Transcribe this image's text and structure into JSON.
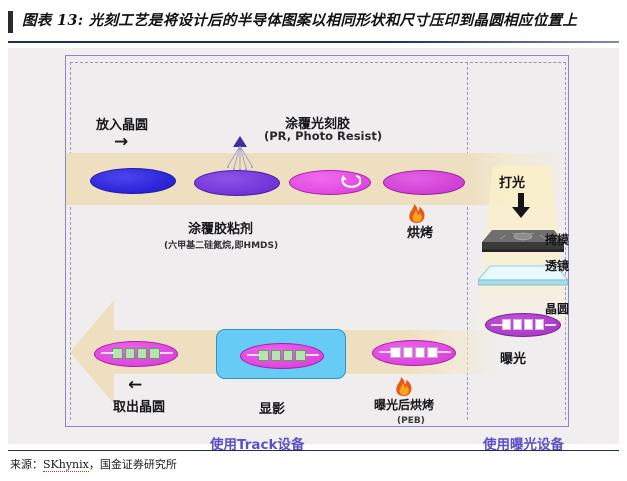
{
  "figure": {
    "number_label": "图表 13:",
    "title": "图表 13: 光刻工艺是将设计后的半导体图案以相同形状和尺寸压印到晶圆相应位置上",
    "source": "来源：SKhynix，国金证券研究所",
    "source_prefix": "来源：",
    "source_org1": "SKhynix",
    "source_org2": "，国金证券研究所"
  },
  "zones": {
    "track": {
      "label": "使用Track设备",
      "color": "#5b4fc9"
    },
    "exposure": {
      "label": "使用曝光设备",
      "color": "#5b4fc9"
    }
  },
  "track_steps": [
    {
      "id": "load-wafer",
      "label": "放入晶圆",
      "sublabel": "",
      "arrow": "→",
      "wafer_color": "#2a22d6",
      "icon": "right-arrow-icon"
    },
    {
      "id": "hmds-coat",
      "label": "涂覆胶粘剂",
      "sublabel": "(六甲基二硅氮烷,即HMDS)",
      "arrow": "",
      "wafer_color": "#6f33d8",
      "icon": "spray-nozzle-icon"
    },
    {
      "id": "photoresist-coat",
      "label": "涂覆光刻胶",
      "sublabel": "(PR, Photo Resist)",
      "arrow": "",
      "wafer_color": "#e04ae0",
      "icon": "spin-arrow-icon"
    },
    {
      "id": "soft-bake",
      "label": "烘烤",
      "sublabel": "",
      "arrow": "",
      "wafer_color": "#cf40d4",
      "icon": "flame-icon"
    },
    {
      "id": "post-exposure-bake",
      "label": "曝光后烘烤",
      "sublabel": "(PEB)",
      "arrow": "",
      "wafer_color": "#dd44dd",
      "icon": "flame-icon"
    },
    {
      "id": "develop",
      "label": "显影",
      "sublabel": "",
      "arrow": "",
      "wafer_color": "#dd44dd",
      "bath_color": "#66ccf6",
      "icon": "developer-bath-icon"
    },
    {
      "id": "unload-wafer",
      "label": "取出晶圆",
      "sublabel": "",
      "arrow": "←",
      "wafer_color": "#dd44dd",
      "icon": "left-arrow-icon"
    }
  ],
  "exposure_stack": {
    "light_label": "打光",
    "light_arrow": "↓",
    "parts": [
      {
        "id": "mask",
        "label": "掩模",
        "color": "#4a4a4a"
      },
      {
        "id": "lens",
        "label": "透镜",
        "color": "#cdeef4"
      },
      {
        "id": "wafer",
        "label": "晶圆",
        "color": "#a83ec6"
      }
    ],
    "step_label": "曝光"
  },
  "palette": {
    "conveyor": "#eddfc0",
    "panel_bg": "#efeded",
    "frame_border": "#8b86c4",
    "accent_purple": "#5b4fc9",
    "rule_navy": "#1c2d5e"
  }
}
